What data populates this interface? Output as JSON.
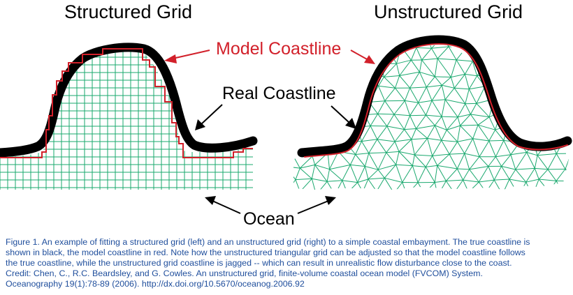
{
  "titles": {
    "left": "Structured Grid",
    "right": "Unstructured Grid"
  },
  "labels": {
    "model_coastline": "Model Coastline",
    "real_coastline": "Real Coastline",
    "ocean": "Ocean"
  },
  "caption": {
    "line1": "Figure 1. An example of fitting a structured grid (left) and an unstructured grid (right) to a simple coastal embayment. The true coastline is",
    "line2": "shown in black, the model coastline in red. Note how the unstructured triangular grid can be adjusted so that the model coastline follows",
    "line3": "the true coastline, while the unstructured grid coastline is jagged -- which can result in unrealistic flow disturbance close to the coast.",
    "line4": "Credit: Chen, C., R.C. Beardsley, and G. Cowles. An unstructured grid, finite-volume coastal ocean model (FVCOM) System.",
    "line5": "Oceanography 19(1):78-89 (2006). http://dx.doi.org/10.5670/oceanog.2006.92"
  },
  "colors": {
    "real_coastline": "#000000",
    "model_coastline": "#d2202a",
    "grid": "#1aa86e",
    "caption_text": "#1f4e9c"
  }
}
